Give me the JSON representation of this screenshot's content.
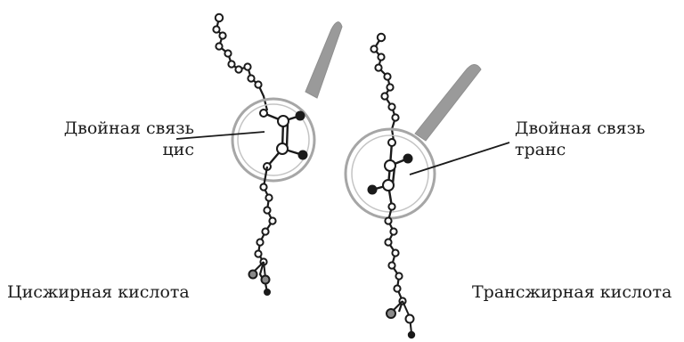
{
  "labels": {
    "cis_bond": [
      "Двойная связь",
      "цис"
    ],
    "trans_bond": [
      "Двойная связь",
      "транс"
    ],
    "cis_acid": "Цисжирная кислота",
    "trans_acid": "Трансжирная кислота"
  },
  "colors": {
    "ink": "#1a1a1a",
    "magnifier_rim": "#a6a6a6",
    "magnifier_handle": "#9a9a9a",
    "oxygen_atom": "#8a8a8a"
  },
  "icons": {
    "cis_molecule": "cis-fatty-acid-chain-icon",
    "trans_molecule": "trans-fatty-acid-chain-icon",
    "magnifier": "magnifying-glass-icon"
  }
}
